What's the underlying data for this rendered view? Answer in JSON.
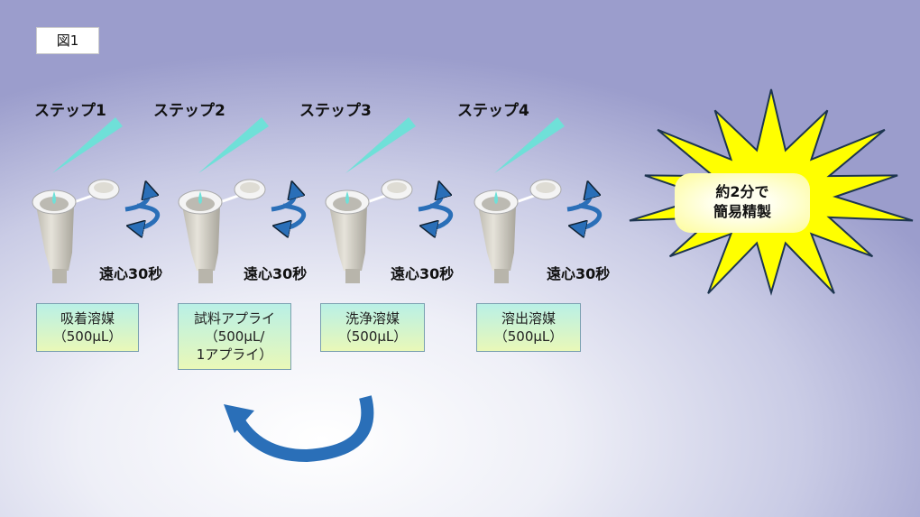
{
  "figure_label": "図1",
  "steps": [
    {
      "label": "ステップ1",
      "centrifuge": "遠心30秒",
      "box": [
        "吸着溶媒",
        "（500μL）"
      ]
    },
    {
      "label": "ステップ2",
      "centrifuge": "遠心30秒",
      "box": [
        "試料アプライ",
        "（500μL/",
        "1アプライ）"
      ]
    },
    {
      "label": "ステップ3",
      "centrifuge": "遠心30秒",
      "box": [
        "洗浄溶媒",
        "（500μL）"
      ]
    },
    {
      "label": "ステップ4",
      "centrifuge": "遠心30秒",
      "box": [
        "溶出溶媒",
        "（500μL）"
      ]
    }
  ],
  "burst": {
    "line1": "約2分で",
    "line2": "簡易精製"
  },
  "colors": {
    "tip": "#6fe0d8",
    "arrow": "#2a6fb8",
    "burst": "#ffff00",
    "box_top": "#b9f0e6",
    "box_bottom": "#e9f8b8"
  }
}
